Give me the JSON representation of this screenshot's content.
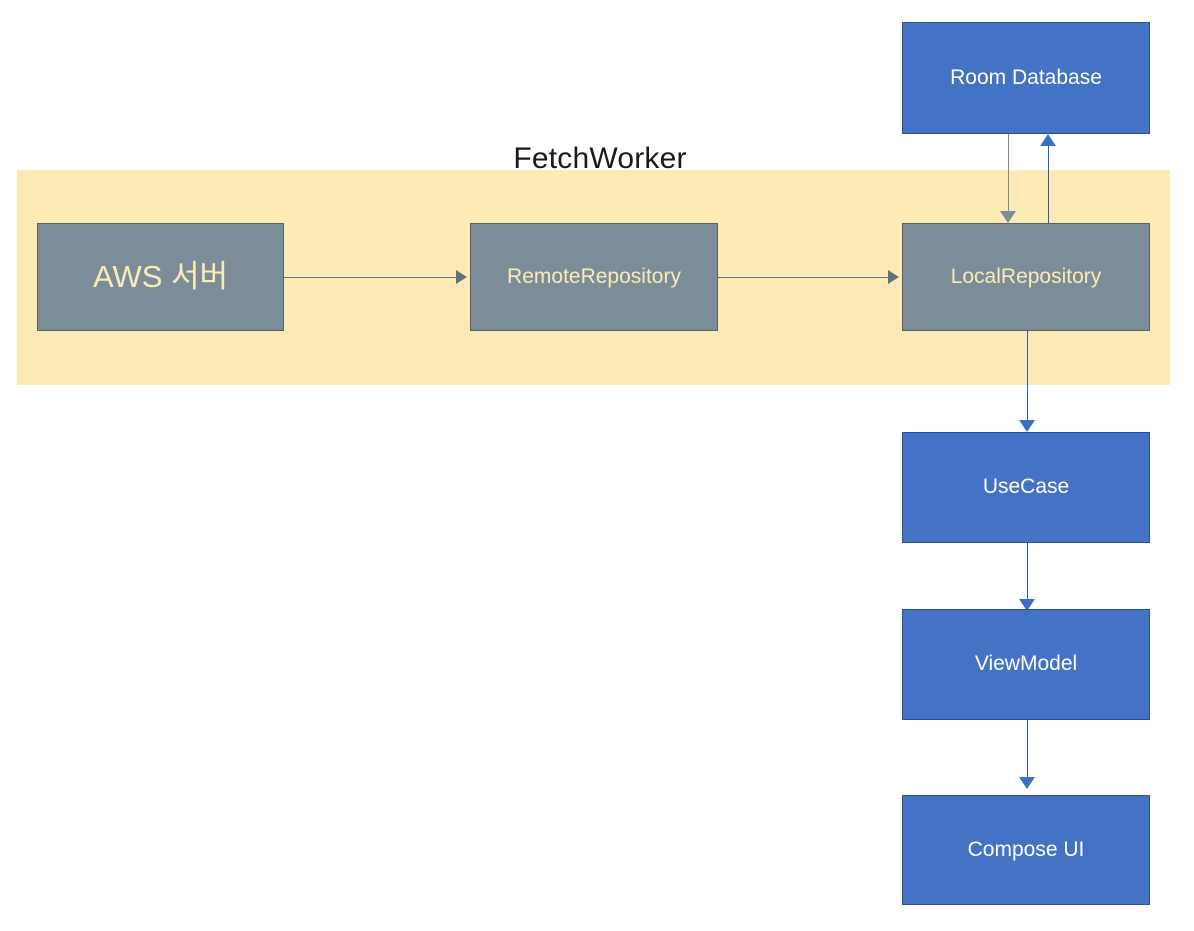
{
  "diagram": {
    "title_group": "FetchWorker",
    "nodes": [
      {
        "id": "room-database",
        "label": "Room Database",
        "style": "blue"
      },
      {
        "id": "aws-server",
        "label": "AWS 서버",
        "style": "gray"
      },
      {
        "id": "remote-repository",
        "label": "RemoteRepository",
        "style": "gray"
      },
      {
        "id": "local-repository",
        "label": "LocalRepository",
        "style": "gray"
      },
      {
        "id": "use-case",
        "label": "UseCase",
        "style": "blue"
      },
      {
        "id": "view-model",
        "label": "ViewModel",
        "style": "blue"
      },
      {
        "id": "compose-ui",
        "label": "Compose UI",
        "style": "blue"
      }
    ],
    "edges": [
      {
        "from": "aws-server",
        "to": "remote-repository",
        "direction": "right",
        "color": "#5b7483"
      },
      {
        "from": "remote-repository",
        "to": "local-repository",
        "direction": "right",
        "color": "#5b7483"
      },
      {
        "from": "room-database",
        "to": "local-repository",
        "direction": "down",
        "color": "#7b8d99"
      },
      {
        "from": "local-repository",
        "to": "room-database",
        "direction": "up",
        "color": "#3a6fc4"
      },
      {
        "from": "local-repository",
        "to": "use-case",
        "direction": "down",
        "color": "#3a6fc4"
      },
      {
        "from": "use-case",
        "to": "view-model",
        "direction": "down",
        "color": "#3a6fc4"
      },
      {
        "from": "view-model",
        "to": "compose-ui",
        "direction": "down",
        "color": "#3a6fc4"
      }
    ],
    "colors": {
      "band_fill": "#fdeab5",
      "gray_fill": "#7b8d99",
      "gray_border": "#53655c",
      "gray_text": "#fdeab5",
      "blue_fill": "#4472c4",
      "blue_border": "#2a4f8f",
      "blue_text": "#ffffff",
      "background": "#ffffff"
    }
  }
}
